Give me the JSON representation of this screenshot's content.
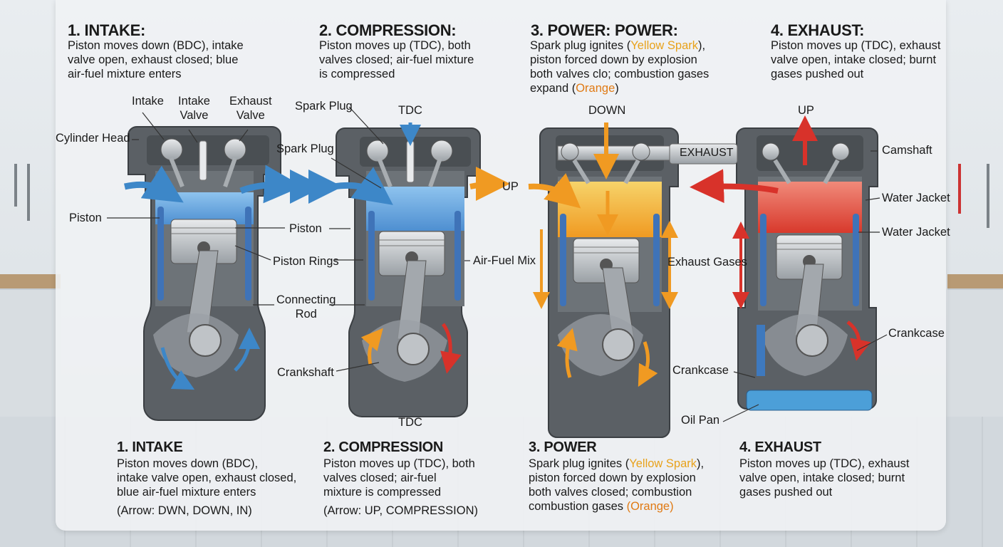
{
  "top": [
    {
      "title": "1. INTAKE:",
      "desc": "Piston moves down (BDC), intake\nvalve open, exhaust closed; blue\nair-fuel mixture enters"
    },
    {
      "title": "2. COMPRESSION:",
      "desc": "Piston moves up (TDC), both\nvalves closed; air-fuel mixture\nis compressed"
    },
    {
      "title": "3. POWER: POWER:",
      "desc_a": "Spark plug ignites (",
      "desc_spark": "Yellow Spark",
      "desc_b": "),\npiston forced down by explosion\nboth valves clo; combustion gases\nexpand  (",
      "desc_orange": "Orange",
      "desc_c": ")"
    },
    {
      "title": "4. EXHAUST:",
      "desc": "Piston moves up (TDC), exhaust\nvalve open, intake closed; burnt\ngases pushed out"
    }
  ],
  "bottom": [
    {
      "title": "1. INTAKE",
      "desc": "Piston moves down (BDC),\nintake valve open, exhaust closed,\nblue air-fuel mixture enters",
      "arrow": "(Arrow: DWN, DOWN, IN)"
    },
    {
      "title": "2. COMPRESSION",
      "desc": "Piston moves up (TDC), both\nvalves closed; air-fuel\nmixture is compressed",
      "arrow": "(Arrow: UP, COMPRESSION)"
    },
    {
      "title": "3. POWER",
      "desc_a": "Spark plug ignites (",
      "desc_spark": "Yellow Spark",
      "desc_b": "),\npiston forced down by explosion\nboth valves closed; combustion\ncombustion gases  ",
      "desc_orange": "(Orange)"
    },
    {
      "title": "4. EXHAUST",
      "desc": "Piston moves up (TDC), exhaust\nvalve open, intake closed; burnt\ngases pushed out"
    }
  ],
  "labels": {
    "intake": "Intake",
    "intake_valve": "Intake\nValve",
    "exhaust_valve": "Exhaust\nValve",
    "cylinder_head": "Cylinder Head",
    "piston_left": "Piston",
    "piston_mid": "Piston",
    "piston_rings": "Piston Rings",
    "connecting_rod": "Connecting\nRod",
    "crankshaft": "Crankshaft",
    "spark_plug_top": "Spark Plug",
    "spark_plug_mid": "Spark Plug",
    "tdc_top": "TDC",
    "tdc_bottom": "TDC",
    "up_mid": "UP",
    "air_fuel_mix": "Air-Fuel Mix",
    "down": "DOWN",
    "exhaust_pipe": "EXHAUST",
    "exhaust_gases": "Exhaust Gases",
    "up_right": "UP",
    "camshaft": "Camshaft",
    "water_jacket_1": "Water Jacket",
    "water_jacket_2": "Water Jacket",
    "crankcase_right": "Crankcase",
    "crankcase_mid": "Crankcase",
    "oil_pan": "Oil Pan"
  },
  "colors": {
    "mixture": "#5a9bd8",
    "combustion": "#f0a030",
    "exhaust": "#d83a30",
    "body": "#5d6266",
    "steel": "#c7cbce",
    "water": "#3a78c2"
  }
}
